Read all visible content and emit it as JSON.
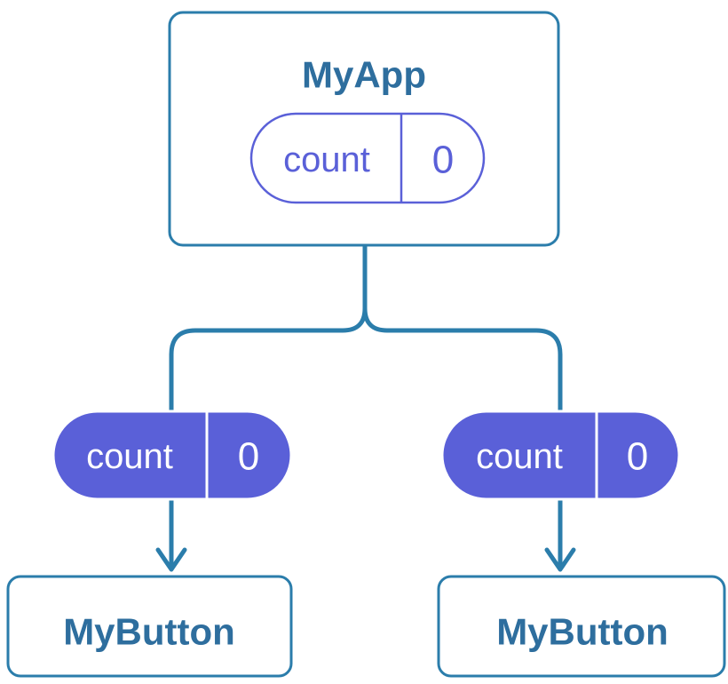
{
  "colors": {
    "line": "#2B7DAB",
    "heading": "#2E6E9E",
    "purple": "#5A60D8",
    "surface": "#FFFFFF",
    "text_on_purple": "#FFFFFF"
  },
  "diagram": {
    "root": {
      "title": "MyApp",
      "state": {
        "label": "count",
        "value": "0"
      }
    },
    "children": [
      {
        "title": "MyButton",
        "state": {
          "label": "count",
          "value": "0"
        }
      },
      {
        "title": "MyButton",
        "state": {
          "label": "count",
          "value": "0"
        }
      }
    ]
  }
}
